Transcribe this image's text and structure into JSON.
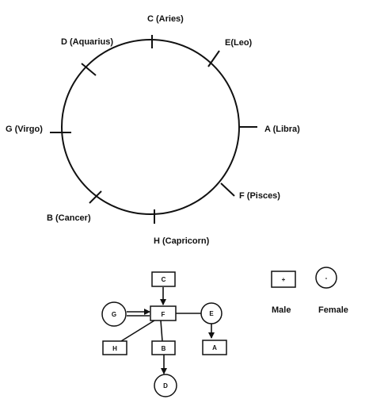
{
  "circle": {
    "positions": [
      {
        "id": "top",
        "label": "C (Aries)"
      },
      {
        "id": "top-right",
        "label": "E(Leo)"
      },
      {
        "id": "right",
        "label": "A (Libra)"
      },
      {
        "id": "bottom-right",
        "label": "F (Pisces)"
      },
      {
        "id": "bottom",
        "label": "H (Capricorn)"
      },
      {
        "id": "bottom-left",
        "label": "B (Cancer)"
      },
      {
        "id": "left",
        "label": "G (Virgo)"
      },
      {
        "id": "top-left",
        "label": "D (Aquarius)"
      }
    ]
  },
  "family_tree": {
    "nodes": [
      {
        "id": "C",
        "label": "C",
        "shape": "square"
      },
      {
        "id": "F",
        "label": "F",
        "shape": "square"
      },
      {
        "id": "G",
        "label": "G",
        "shape": "circle"
      },
      {
        "id": "E",
        "label": "E",
        "shape": "circle"
      },
      {
        "id": "H",
        "label": "H",
        "shape": "square"
      },
      {
        "id": "B",
        "label": "B",
        "shape": "square"
      },
      {
        "id": "A",
        "label": "A",
        "shape": "square"
      },
      {
        "id": "D",
        "label": "D",
        "shape": "circle"
      }
    ],
    "edges": [
      {
        "from": "C",
        "to": "F",
        "type": "arrow"
      },
      {
        "from": "G",
        "to": "F",
        "type": "double-arrow"
      },
      {
        "from": "F",
        "to": "E",
        "type": "line"
      },
      {
        "from": "E",
        "to": "A",
        "type": "arrow"
      },
      {
        "from": "F",
        "to": "H",
        "type": "line"
      },
      {
        "from": "F",
        "to": "B",
        "type": "line"
      },
      {
        "from": "B",
        "to": "D",
        "type": "arrow"
      }
    ]
  },
  "legend": {
    "male": {
      "symbol": "+",
      "label": "Male"
    },
    "female": {
      "symbol": "-",
      "label": "Female"
    }
  }
}
